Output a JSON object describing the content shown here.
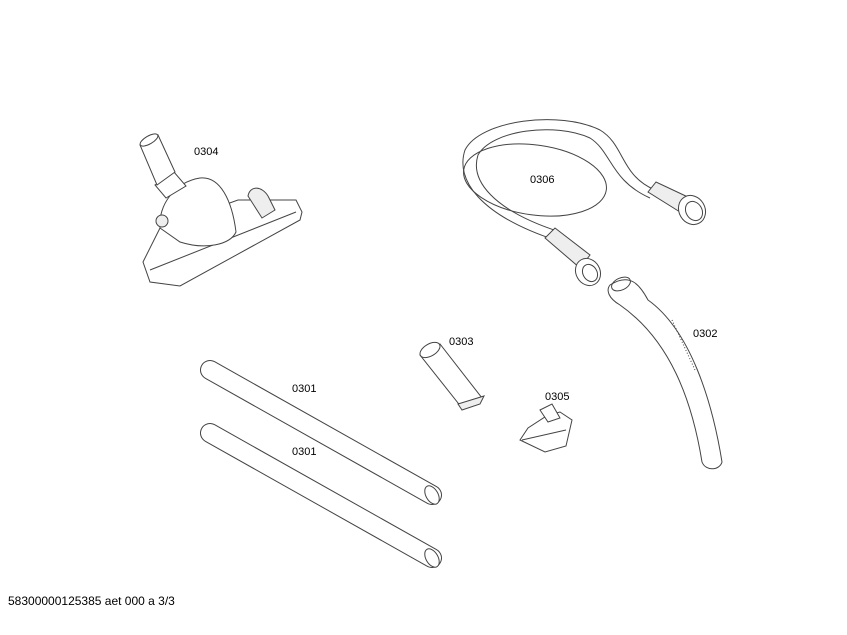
{
  "parts": [
    {
      "id": "nozzle",
      "label": "0304"
    },
    {
      "id": "hose",
      "label": "0306"
    },
    {
      "id": "crevice-tool",
      "label": "0303"
    },
    {
      "id": "handle",
      "label": "0302"
    },
    {
      "id": "tube-1",
      "label": "0301"
    },
    {
      "id": "tube-2",
      "label": "0301"
    },
    {
      "id": "upholstery-tool",
      "label": "0305"
    }
  ],
  "footer": "58300000125385 aet 000 a 3/3"
}
